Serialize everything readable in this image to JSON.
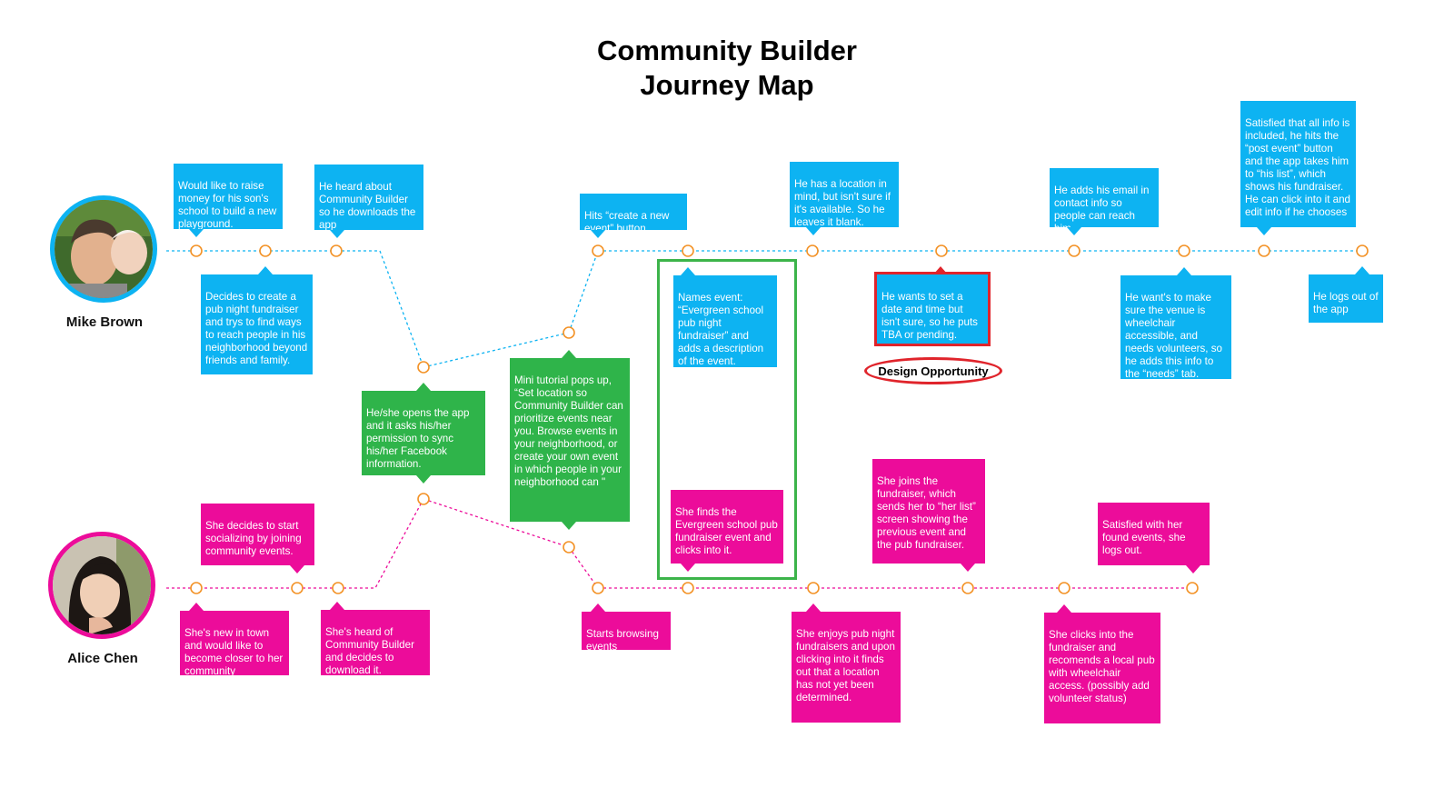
{
  "title": {
    "line1": "Community Builder",
    "line2": "Journey Map"
  },
  "personas": [
    {
      "name": "Mike Brown",
      "color": "#0db3f2"
    },
    {
      "name": "Alice Chen",
      "color": "#ec0c9a"
    }
  ],
  "design_opportunity": "Design Opportunity",
  "colors": {
    "mike": "#0db3f2",
    "alice": "#ec0c9a",
    "shared": "#2fb44a",
    "node": "#f39226",
    "highlight": "#e0242b"
  },
  "mike_steps": [
    "Would like to raise money for his son's school to build a new playground.",
    "Decides to create a pub night fundraiser and trys to find ways to reach people in his neighborhood beyond friends and family.",
    "He heard about Community Builder so he downloads the app",
    "Hits “create a new event” button",
    "Names event: “Evergreen school pub night fundraiser” and adds a description of the event.",
    "He has a location in mind, but isn't sure if it's available. So he leaves it blank.",
    "He wants to set a date and time but isn't sure, so he puts TBA or pending.",
    "He adds his email in contact info so people can reach him.",
    "He want's to make sure the venue is wheelchair accessible, and needs volunteers, so he adds this info to the “needs” tab.",
    "Satisfied that all info is included, he hits the “post event” button and the app takes him to “his list”, which shows his fundraiser. He can click into it and edit info if he chooses",
    "He logs out of the app"
  ],
  "shared_steps": [
    "He/she opens the app and it asks his/her permission to sync his/her Facebook information.",
    "Mini tutorial pops up, “Set location so Community Builder can prioritize events near you. Browse events in your neighborhood, or create your own event in which people in your neighborhood can \""
  ],
  "alice_steps": [
    "She's new in town and would like to become closer to her community",
    "She decides  to start socializing by joining community events.",
    "She's heard of Community Builder and decides to download it.",
    "Starts browsing events",
    "She finds the Evergreen school pub fundraiser event and clicks into it.",
    "She enjoys pub night fundraisers and upon clicking into it finds out that a location has not yet been determined.",
    "She joins the fundraiser, which sends her to “her list” screen showing the previous event and the pub fundraiser.",
    "She clicks into the fundraiser and recomends a local pub with wheelchair access. (possibly add volunteer status)",
    "Satisfied with her found events, she logs out."
  ]
}
